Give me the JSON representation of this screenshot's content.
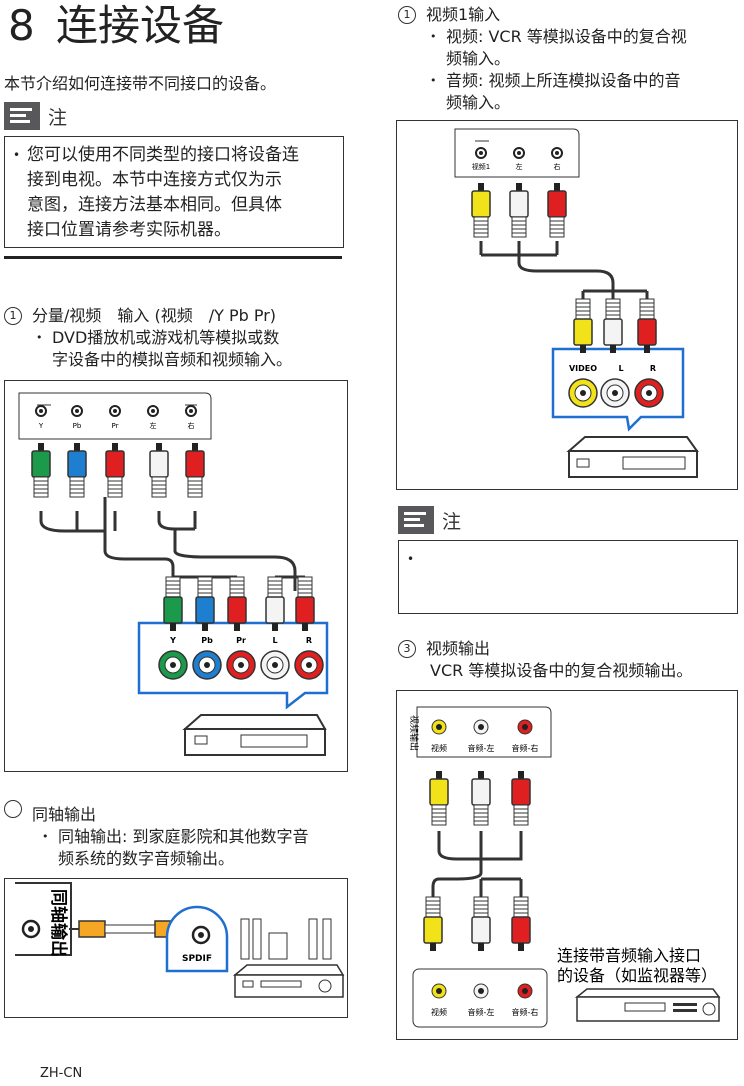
{
  "page": {
    "chapter_number": "8",
    "chapter_title": "连接设备",
    "intro": "本节介绍如何连接带不同接口的设备。",
    "footer": "ZH-CN"
  },
  "note1": {
    "label": "注",
    "lines": [
      "您可以使用不同类型的接口将设备连",
      "接到电视。本节中连接方式仅为示",
      "意图，连接方法基本相同。但具体",
      "接口位置请参考实际机器。"
    ]
  },
  "section_component": {
    "marker": "1",
    "heading": "分量/视频　输入 (视频　/Y Pb Pr)",
    "bullet_lines": [
      "DVD播放机或游戏机等模拟或数",
      "字设备中的模拟音频和视频输入。"
    ],
    "tv_labels": [
      "Y",
      "Pb",
      "Pr",
      "左",
      "右"
    ],
    "device_labels": [
      "Y",
      "Pb",
      "Pr",
      "L",
      "R"
    ]
  },
  "section_coax": {
    "heading": "同轴输出",
    "bullet_lines": [
      "同轴输出: 到家庭影院和其他数字音",
      "频系统的数字音频输出。"
    ],
    "tv_label": "同轴输出",
    "spdif_label": "SPDIF"
  },
  "section_video": {
    "marker": "1",
    "heading": "视频1输入",
    "bullets": [
      {
        "lines": [
          "视频: VCR 等模拟设备中的复合视",
          "频输入。"
        ]
      },
      {
        "lines": [
          "音频: 视频上所连模拟设备中的音",
          "频输入。"
        ]
      }
    ],
    "tv_labels": [
      "视频1",
      "左",
      "右"
    ],
    "device_labels": [
      "VIDEO",
      "L",
      "R"
    ]
  },
  "note2": {
    "label": "注"
  },
  "section_out": {
    "marker": "3",
    "heading": "视频输出",
    "sub": "VCR 等模拟设备中的复合视频输出。",
    "tv_side_label": "视频输出",
    "tv_labels": [
      "视频",
      "音频-左",
      "音频-右"
    ],
    "device_labels": [
      "视频",
      "音频-左",
      "音频-右"
    ],
    "device_caption_lines": [
      "连接带音频输入接口",
      "的设备（如监视器等）"
    ]
  }
}
